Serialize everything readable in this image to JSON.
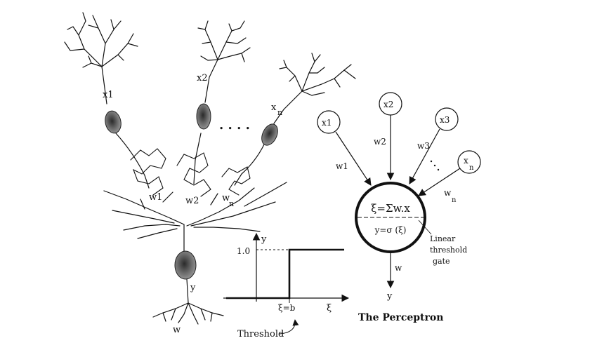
{
  "neuron": {
    "input_labels": [
      "x1",
      "x2",
      "x",
      "n"
    ],
    "dots": ". . . .",
    "synapse_labels": [
      "w1",
      "w2",
      "w",
      "n"
    ],
    "output_label": "y",
    "bottom_label": "w"
  },
  "step_plot": {
    "y_axis_label": "y",
    "x_axis_label": "ξ",
    "level_label": "1.0",
    "threshold_tick_label": "ξ=b",
    "caption": "Threshold"
  },
  "perceptron": {
    "inputs": [
      "x1",
      "x2",
      "x3",
      "x",
      "n"
    ],
    "weights": [
      "w1",
      "w2",
      "w3",
      "w",
      "n"
    ],
    "sum_formula": "ξ=Σw.x",
    "activation": "y=σ (ξ)",
    "gate_label": [
      "Linear",
      "threshold",
      "gate"
    ],
    "output_weight": "w",
    "output": "y",
    "title": "The Perceptron"
  },
  "colors": {
    "ink": "#111111",
    "soma": "#5a5a5a",
    "background": "#ffffff"
  }
}
